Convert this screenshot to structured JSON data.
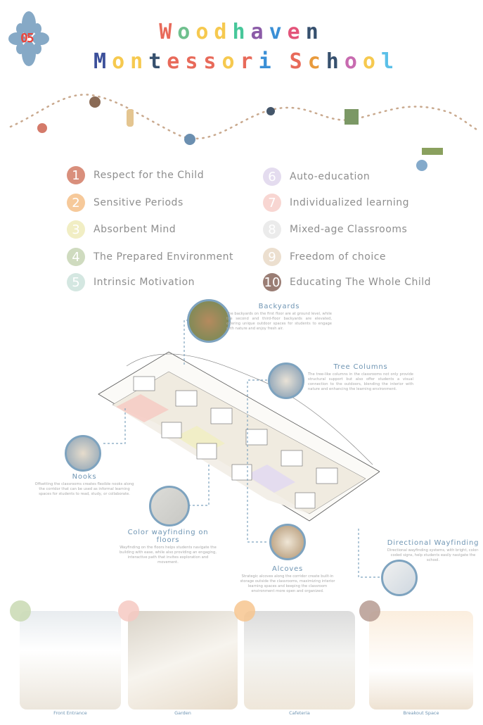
{
  "badge": {
    "number": "05",
    "color": "#86a9c6"
  },
  "title": {
    "line1": "Woodhaven",
    "line2": "Montessori School",
    "letter_colors": [
      "#e86a5a",
      "#6fc08e",
      "#f6c94f",
      "#f6c94f",
      "#47c79a",
      "#8b5ba7",
      "#3a8fd6",
      "#e3547a",
      "#36506e",
      "#3b4f9a",
      "#f6c94f",
      "#f6c94f",
      "#36506e",
      "#e86a5a",
      "#e86a5a",
      "#e86a5a",
      "#f6c94f",
      "#e86a5a",
      "#3a8fd6",
      "#e86a5a",
      "#e89a3c",
      "#36506e",
      "#c86bb0",
      "#f6c94f",
      "#5bc0e8"
    ]
  },
  "principles": [
    {
      "n": "1",
      "label": "Respect for the Child",
      "color": "#d98f7c"
    },
    {
      "n": "2",
      "label": "Sensitive Periods",
      "color": "#f6c99a"
    },
    {
      "n": "3",
      "label": "Absorbent Mind",
      "color": "#f1eec4"
    },
    {
      "n": "4",
      "label": "The Prepared Environment",
      "color": "#cfdbbf"
    },
    {
      "n": "5",
      "label": "Intrinsic Motivation",
      "color": "#d4e7e1"
    },
    {
      "n": "6",
      "label": "Auto-education",
      "color": "#e4dcef"
    },
    {
      "n": "7",
      "label": "Individualized learning",
      "color": "#f8d6d2"
    },
    {
      "n": "8",
      "label": "Mixed-age Classrooms",
      "color": "#ebebeb"
    },
    {
      "n": "9",
      "label": "Freedom of choice",
      "color": "#ecdfcf"
    },
    {
      "n": "10",
      "label": "Educating The Whole Child",
      "color": "#9a7d74"
    }
  ],
  "callouts": {
    "backyards": {
      "title": "Backyards",
      "text": "The backyards on the first floor are at ground level, while the second and third-floor backyards are elevated, offering unique outdoor spaces for students to engage with nature and enjoy fresh air."
    },
    "tree_columns": {
      "title": "Tree Columns",
      "text": "The tree-like columns in the classrooms not only provide structural support but also offer students a visual connection to the outdoors, blending the interior with nature and enhancing the learning environment."
    },
    "nooks": {
      "title": "Nooks",
      "text": "Offsetting the classrooms creates flexible nooks along the corridor that can be used as informal learning spaces for students to read, study, or collaborate."
    },
    "color_wayfinding": {
      "title": "Color wayfinding on floors",
      "text": "Wayfinding on the floors helps students navigate the building with ease, while also providing an engaging, interactive path that invites exploration and movement."
    },
    "alcoves": {
      "title": "Alcoves",
      "text": "Strategic alcoves along the corridor create built-in storage outside the classrooms, maximizing interior learning spaces and keeping the classroom environment more open and organized."
    },
    "directional": {
      "title": "Directional Wayfinding",
      "text": "Directional wayfinding systems, with bright, color-coded signs, help students easily navigate the school."
    }
  },
  "spaces": [
    {
      "label": "Front Entrance",
      "color": "#c9d9b3"
    },
    {
      "label": "Garden",
      "color": "#f6c9c2"
    },
    {
      "label": "Cafeteria",
      "color": "#f7c58f"
    },
    {
      "label": "Breakout Space",
      "color": "#b69b92"
    }
  ]
}
